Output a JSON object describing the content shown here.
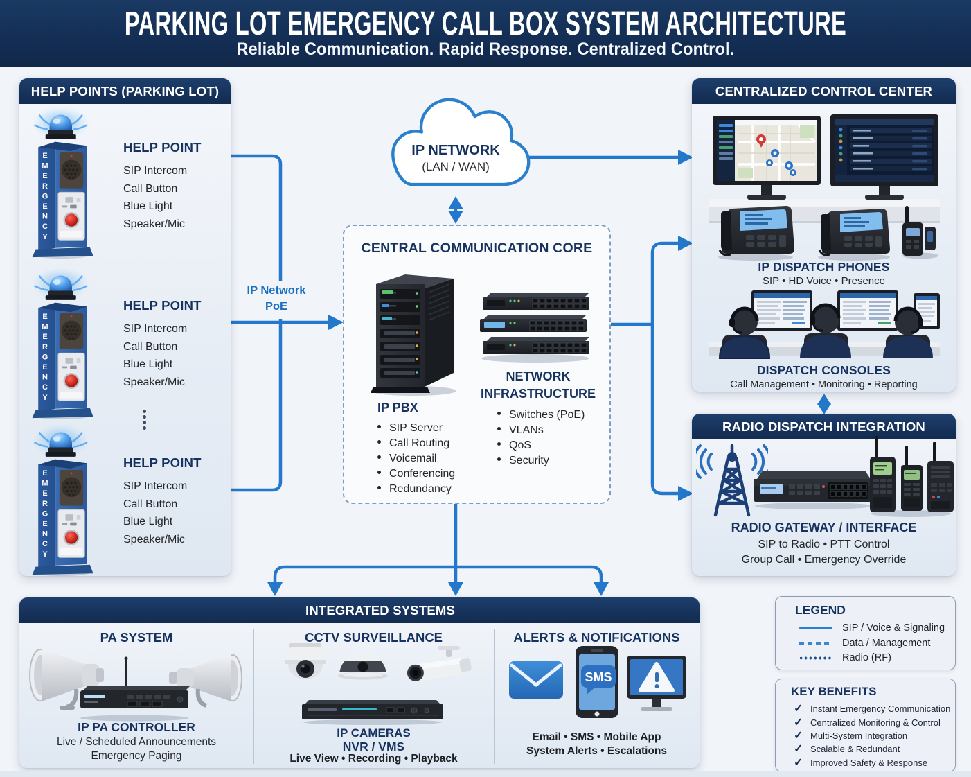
{
  "header": {
    "title": "PARKING LOT EMERGENCY CALL BOX SYSTEM ARCHITECTURE",
    "subtitle": "Reliable Communication. Rapid Response. Centralized Control."
  },
  "help_points": {
    "header": "HELP POINTS (PARKING LOT)",
    "box_label": "EMERGENCY",
    "items": [
      {
        "title": "HELP POINT",
        "features": [
          "SIP Intercom",
          "Call Button",
          "Blue Light",
          "Speaker/Mic"
        ]
      },
      {
        "title": "HELP POINT",
        "features": [
          "SIP Intercom",
          "Call Button",
          "Blue Light",
          "Speaker/Mic"
        ]
      },
      {
        "title": "HELP POINT",
        "features": [
          "SIP Intercom",
          "Call Button",
          "Blue Light",
          "Speaker/Mic"
        ]
      }
    ]
  },
  "cloud": {
    "title": "IP NETWORK",
    "subtitle": "(LAN / WAN)"
  },
  "connections": {
    "poe_line1": "IP Network",
    "poe_line2": "PoE"
  },
  "core": {
    "title": "CENTRAL COMMUNICATION CORE",
    "pbx": {
      "title": "IP PBX",
      "bullets": [
        "SIP Server",
        "Call Routing",
        "Voicemail",
        "Conferencing",
        "Redundancy"
      ]
    },
    "network": {
      "title_line1": "NETWORK",
      "title_line2": "INFRASTRUCTURE",
      "bullets": [
        "Switches (PoE)",
        "VLANs",
        "QoS",
        "Security"
      ]
    }
  },
  "control_center": {
    "header": "CENTRALIZED CONTROL CENTER",
    "phones": {
      "title": "IP DISPATCH PHONES",
      "subtitle": "SIP • HD Voice • Presence"
    },
    "consoles": {
      "title": "DISPATCH CONSOLES",
      "subtitle": "Call Management • Monitoring • Reporting"
    }
  },
  "radio": {
    "header": "RADIO DISPATCH INTEGRATION",
    "title": "RADIO GATEWAY / INTERFACE",
    "line1": "SIP to Radio • PTT Control",
    "line2": "Group Call  •  Emergency Override"
  },
  "integrated": {
    "header": "INTEGRATED SYSTEMS",
    "pa": {
      "title": "PA SYSTEM",
      "device": "IP PA CONTROLLER",
      "line1": "Live / Scheduled Announcements",
      "line2": "Emergency Paging"
    },
    "cctv": {
      "title": "CCTV SURVEILLANCE",
      "device1": "IP CAMERAS",
      "device2": "NVR / VMS",
      "line1": "Live View • Recording • Playback"
    },
    "alerts": {
      "title": "ALERTS & NOTIFICATIONS",
      "sms_label": "SMS",
      "line1": "Email  •  SMS  •  Mobile App",
      "line2": "System Alerts  •  Escalations"
    }
  },
  "legend": {
    "title": "LEGEND",
    "items": [
      {
        "style": "solid",
        "label": "SIP / Voice & Signaling"
      },
      {
        "style": "dashed",
        "label": "Data / Management"
      },
      {
        "style": "dotted",
        "label": "Radio (RF)"
      }
    ]
  },
  "benefits": {
    "title": "KEY BENEFITS",
    "check": "✓",
    "items": [
      "Instant Emergency Communication",
      "Centralized Monitoring & Control",
      "Multi-System Integration",
      "Scalable & Redundant",
      "Improved Safety & Response"
    ]
  },
  "colors": {
    "accent_blue": "#2478cb",
    "navy": "#132c52",
    "title_navy": "#16325e",
    "background": "#f1f4f8"
  }
}
